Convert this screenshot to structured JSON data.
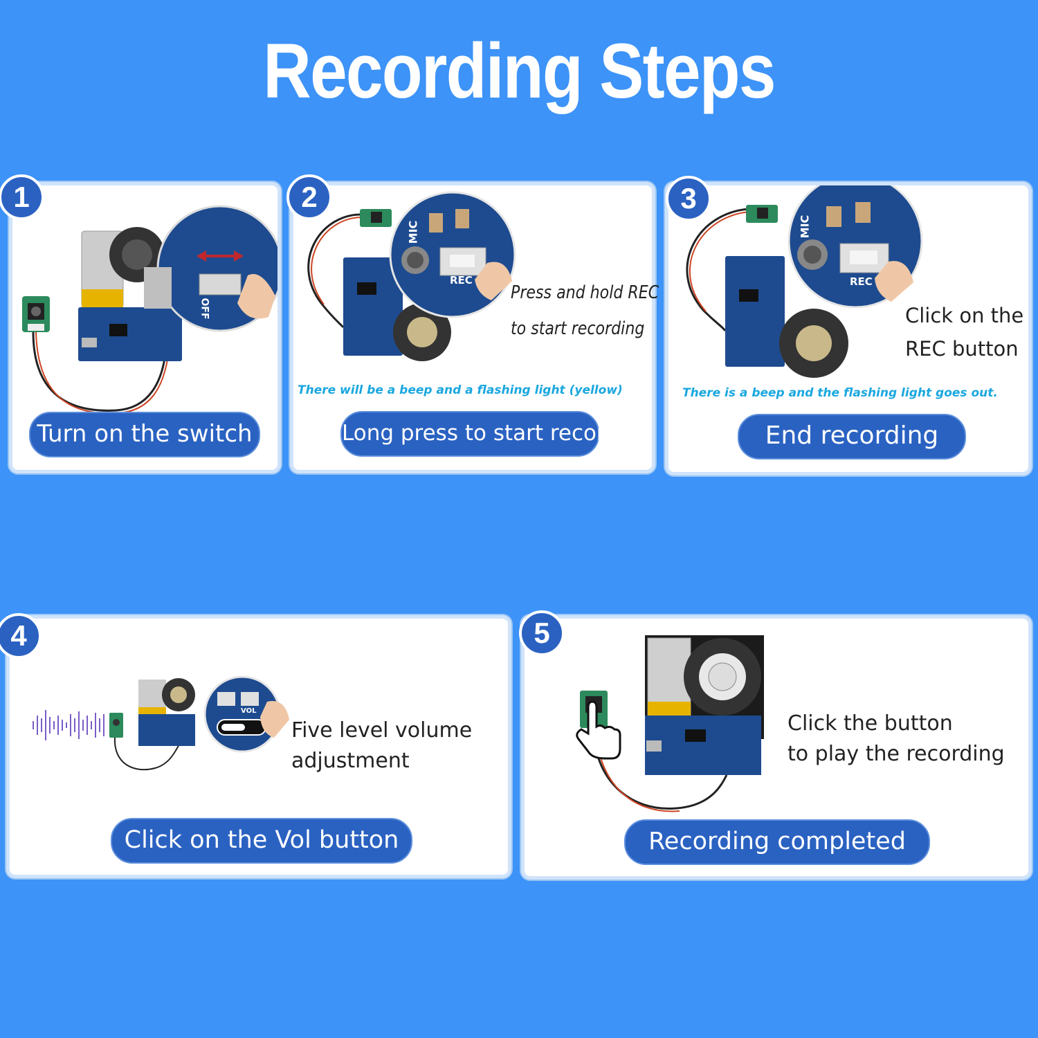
{
  "title": "Recording Steps",
  "steps": [
    {
      "number": "1",
      "label": "Turn on the switch"
    },
    {
      "number": "2",
      "caption_line1": "Press and hold REC",
      "caption_line2": "to start recording",
      "note": "There will be a beep and a flashing light (yellow)",
      "label": "Long press to start recording"
    },
    {
      "number": "3",
      "caption_line1": "Click on the",
      "caption_line2": "REC button",
      "note": "There is a beep and the flashing light goes out.",
      "label": "End recording"
    },
    {
      "number": "4",
      "caption_line1": "Five level volume",
      "caption_line2": "adjustment",
      "label": "Click on the Vol button"
    },
    {
      "number": "5",
      "caption_line1": "Click the button",
      "caption_line2": "to play the recording",
      "label": "Recording completed"
    }
  ],
  "board_labels": {
    "mic": "MIC",
    "rec": "REC",
    "vol": "VOL",
    "off": "OFF"
  }
}
